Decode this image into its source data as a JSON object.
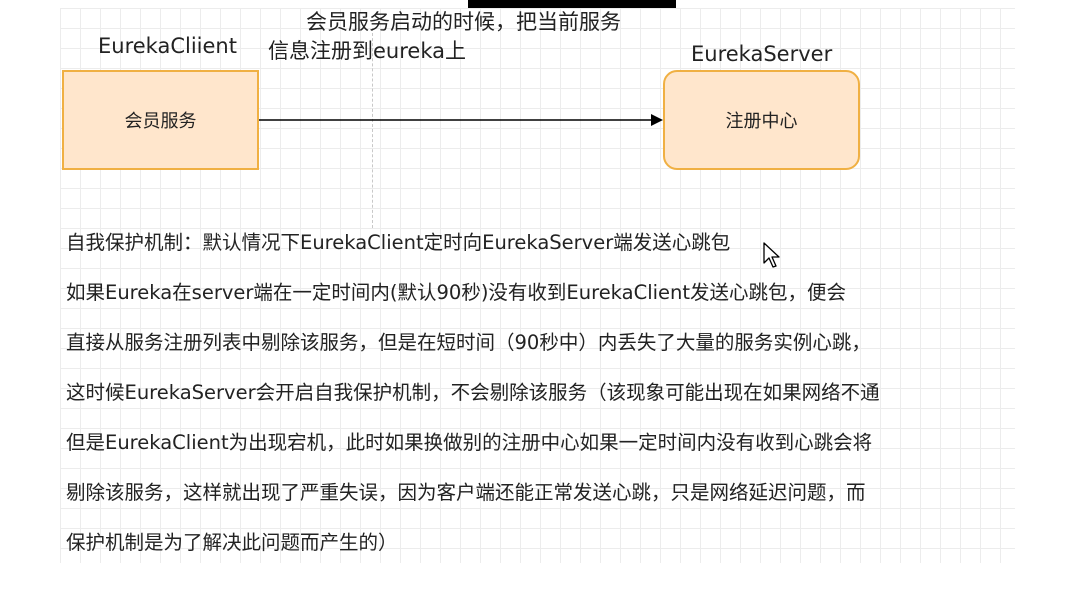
{
  "diagram": {
    "client_title": "EurekaCliient",
    "server_title": "EurekaServer",
    "client_box": "会员服务",
    "server_box": "注册中心",
    "note_lines": [
      "会员服务启动的时候，把当前服务",
      "信息注册到eureka上"
    ],
    "colors": {
      "box_fill": "#ffe6cc",
      "box_stroke": "#f0b043",
      "arrow": "#000000"
    }
  },
  "paragraph": [
    "自我保护机制：默认情况下EurekaClient定时向EurekaServer端发送心跳包",
    "如果Eureka在server端在一定时间内(默认90秒)没有收到EurekaClient发送心跳包，便会",
    "直接从服务注册列表中剔除该服务，但是在短时间（90秒中）内丢失了大量的服务实例心跳，",
    "这时候EurekaServer会开启自我保护机制，不会剔除该服务（该现象可能出现在如果网络不通",
    "但是EurekaClient为出现宕机，此时如果换做别的注册中心如果一定时间内没有收到心跳会将",
    "剔除该服务，这样就出现了严重失误，因为客户端还能正常发送心跳，只是网络延迟问题，而",
    "保护机制是为了解决此问题而产生的）"
  ]
}
